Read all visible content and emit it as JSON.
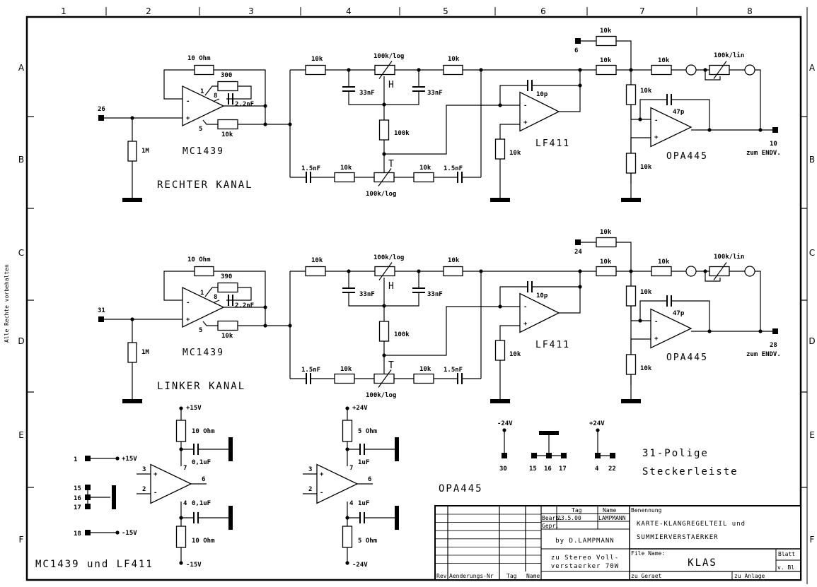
{
  "sheet": {
    "column_labels": [
      "1",
      "2",
      "3",
      "4",
      "5",
      "6",
      "7",
      "8"
    ],
    "row_labels": [
      "A",
      "B",
      "C",
      "D",
      "E",
      "F"
    ],
    "side_note": "Alle Rechte vorbehalten"
  },
  "channels": [
    {
      "name": "RECHTER KANAL",
      "input_pin": "26",
      "input_resistor": "1M",
      "preamp": {
        "chip": "MC1439",
        "feedback_r": "10 Ohm",
        "comp_r": "300",
        "comp_c": "2.2nF",
        "out_r": "10k",
        "pins": [
          "1",
          "8",
          "5"
        ]
      },
      "tone": {
        "in_r": "10k",
        "treble_pot": "100k/log",
        "treble_label": "H",
        "treble_caps": [
          "33nF",
          "33nF"
        ],
        "out_r": "10k",
        "mid_r": "100k",
        "bass_caps": [
          "1.5nF",
          "1.5nF"
        ],
        "bass_rs": [
          "10k",
          "10k"
        ],
        "bass_pot": "100k/log",
        "bass_label": "T"
      },
      "buffer": {
        "chip": "LF411",
        "feedback_c": "10p",
        "plus_r": "10k"
      },
      "summer": {
        "chip": "OPA445",
        "aux_pin": "6",
        "aux_r": "10k",
        "in_r": "10k",
        "series_r": "10k",
        "pot": "100k/lin",
        "fb_r": "10k",
        "fb_c": "47p",
        "plus_r": "10k",
        "output_pin": "10",
        "output_label": "zum ENDV."
      }
    },
    {
      "name": "LINKER KANAL",
      "input_pin": "31",
      "input_resistor": "1M",
      "preamp": {
        "chip": "MC1439",
        "feedback_r": "10 Ohm",
        "comp_r": "390",
        "comp_c": "2.2nF",
        "out_r": "10k",
        "pins": [
          "1",
          "8",
          "5"
        ]
      },
      "tone": {
        "in_r": "10k",
        "treble_pot": "100k/log",
        "treble_label": "H",
        "treble_caps": [
          "33nF",
          "33nF"
        ],
        "out_r": "10k",
        "mid_r": "100k",
        "bass_caps": [
          "1.5nF",
          "1.5nF"
        ],
        "bass_rs": [
          "10k",
          "10k"
        ],
        "bass_pot": "100k/log",
        "bass_label": "T"
      },
      "buffer": {
        "chip": "LF411",
        "feedback_c": "10p",
        "plus_r": "10k"
      },
      "summer": {
        "chip": "OPA445",
        "aux_pin": "24",
        "aux_r": "10k",
        "in_r": "10k",
        "series_r": "10k",
        "pot": "100k/lin",
        "fb_r": "10k",
        "fb_c": "47p",
        "plus_r": "10k",
        "output_pin": "28",
        "output_label": "zum ENDV."
      }
    }
  ],
  "supply_15": {
    "title": "MC1439 und LF411",
    "pos_rail": "+15V",
    "neg_rail": "-15V",
    "top_r": "10 Ohm",
    "bot_r": "10 Ohm",
    "top_c": "0,1uF",
    "bot_c": "0,1uF",
    "pins": {
      "in_plus": "3",
      "in_minus": "2",
      "vpos": "7",
      "vneg": "4",
      "out": "6"
    },
    "connector": [
      {
        "pin": "1",
        "rail": "+15V"
      },
      {
        "pin": "15",
        "rail": ""
      },
      {
        "pin": "16",
        "rail": ""
      },
      {
        "pin": "17",
        "rail": ""
      },
      {
        "pin": "18",
        "rail": "-15V"
      }
    ]
  },
  "supply_24": {
    "title": "OPA445",
    "pos_rail": "+24V",
    "neg_rail": "-24V",
    "top_r": "5 Ohm",
    "bot_r": "5 Ohm",
    "top_c": "1uF",
    "bot_c": "1uF",
    "pins": {
      "in_plus": "3",
      "in_minus": "2",
      "vpos": "7",
      "vneg": "4",
      "out": "6"
    }
  },
  "connector_31": {
    "title_line1": "31-Polige",
    "title_line2": "Steckerleiste",
    "neg_rail": "-24V",
    "neg_pin": "30",
    "gnd_pins": [
      "15",
      "16",
      "17"
    ],
    "pos_rail": "+24V",
    "pos_pins": [
      "4",
      "22"
    ]
  },
  "title_block": {
    "col_tag": "Tag",
    "col_name": "Name",
    "row_bearb": "Bearb.",
    "row_gepr": "Gepr.",
    "date": "23.5.00",
    "author_name": "LAMPMANN",
    "by_line": "by D.LAMPMANN",
    "ref_line1": "zu Stereo Voll-",
    "ref_line2": "verstaerker 70W",
    "benennung_label": "Benennung",
    "benennung_line1": "KARTE-KLANGREGELTEIL und",
    "benennung_line2": "SUMMIERVERSTAERKER",
    "file_label": "File Name:",
    "file_name": "KLAS",
    "blatt_label": "Blatt",
    "blatt_value": "v.  Bl",
    "rev_label": "Rev",
    "aenderung_label": "Aenderungs-Nr",
    "rev_tag": "Tag",
    "rev_name": "Name",
    "zu_geraet": "zu Geraet",
    "zu_anlage": "zu Anlage"
  }
}
